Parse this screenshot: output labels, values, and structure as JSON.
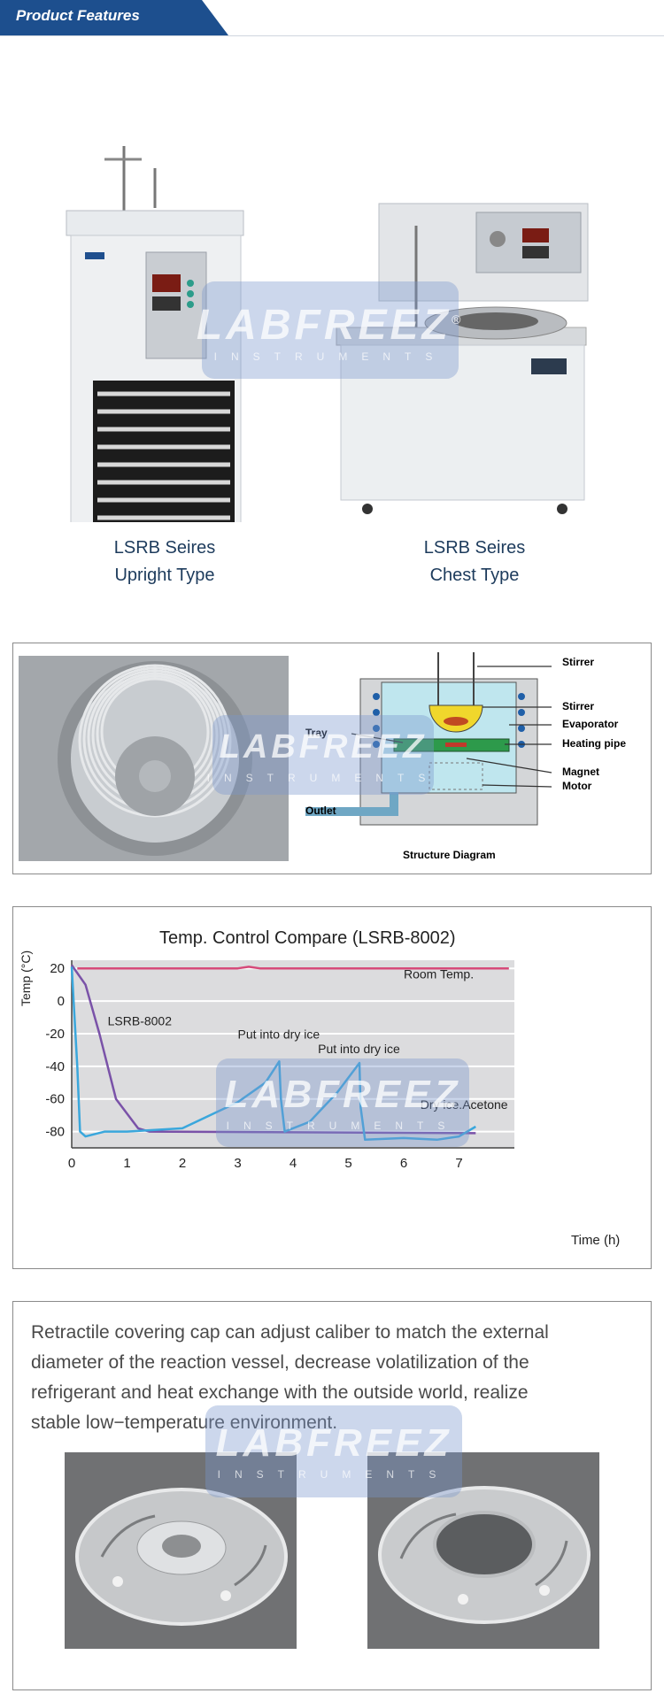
{
  "header": {
    "title": "Product Features"
  },
  "products": [
    {
      "line1": "LSRB Seires",
      "line2": "Upright Type"
    },
    {
      "line1": "LSRB Seires",
      "line2": "Chest Type"
    }
  ],
  "watermark": {
    "brand": "LABFREEZ",
    "registered": "®",
    "sub": "INSTRUMENTS"
  },
  "structure": {
    "labels": {
      "stirrer_top": "Stirrer",
      "stirrer": "Stirrer",
      "evaporator": "Evaporator",
      "heating_pipe": "Heating pipe",
      "magnet": "Magnet",
      "motor": "Motor",
      "tray": "Tray",
      "outlet": "Outlet",
      "caption": "Structure Diagram"
    }
  },
  "chart_data": {
    "type": "line",
    "title": "Temp. Control Compare (LSRB-8002)",
    "xlabel": "Time (h)",
    "ylabel": "Temp (°C)",
    "xlim": [
      0,
      8
    ],
    "ylim": [
      -90,
      25
    ],
    "xticks": [
      0,
      1,
      2,
      3,
      4,
      5,
      6,
      7
    ],
    "yticks": [
      20,
      0,
      -20,
      -40,
      -60,
      -80
    ],
    "series": [
      {
        "name": "Room Temp.",
        "color": "#d64a7a",
        "x": [
          0.1,
          3.0,
          3.2,
          3.4,
          7.9
        ],
        "y": [
          20,
          20,
          21,
          20,
          20
        ]
      },
      {
        "name": "LSRB-8002",
        "color": "#7a52a8",
        "x": [
          0.0,
          0.25,
          0.5,
          0.8,
          1.2,
          1.4,
          7.3
        ],
        "y": [
          22,
          10,
          -20,
          -60,
          -78,
          -80,
          -81
        ]
      },
      {
        "name": "Dry ice.Acetone",
        "color": "#3aa7dc",
        "x": [
          0.0,
          0.1,
          0.15,
          0.25,
          0.6,
          1.0,
          2.0,
          3.0,
          3.5,
          3.75,
          3.78,
          3.85,
          4.3,
          4.8,
          5.2,
          5.22,
          5.3,
          6.0,
          6.6,
          7.0,
          7.3
        ],
        "y": [
          21,
          -40,
          -80,
          -83,
          -80,
          -80,
          -78,
          -62,
          -50,
          -37,
          -60,
          -80,
          -74,
          -56,
          -38,
          -65,
          -85,
          -84,
          -85,
          -83,
          -77
        ]
      }
    ],
    "annotations": [
      {
        "text": "Room Temp.",
        "x": 6.0,
        "y": 14
      },
      {
        "text": "LSRB-8002",
        "x": 0.65,
        "y": -15
      },
      {
        "text": "Put into dry ice",
        "x": 3.0,
        "y": -23
      },
      {
        "text": "Put into dry ice",
        "x": 4.45,
        "y": -32
      },
      {
        "text": "Dry ice.Acetone",
        "x": 6.3,
        "y": -66
      }
    ]
  },
  "cap_feature": {
    "lines": [
      "Retractile covering cap can adjust caliber to match the external",
      "diameter of the reaction vessel, decrease volatilization of the",
      "refrigerant and heat exchange with the outside world, realize",
      "stable low−temperature environment."
    ]
  }
}
